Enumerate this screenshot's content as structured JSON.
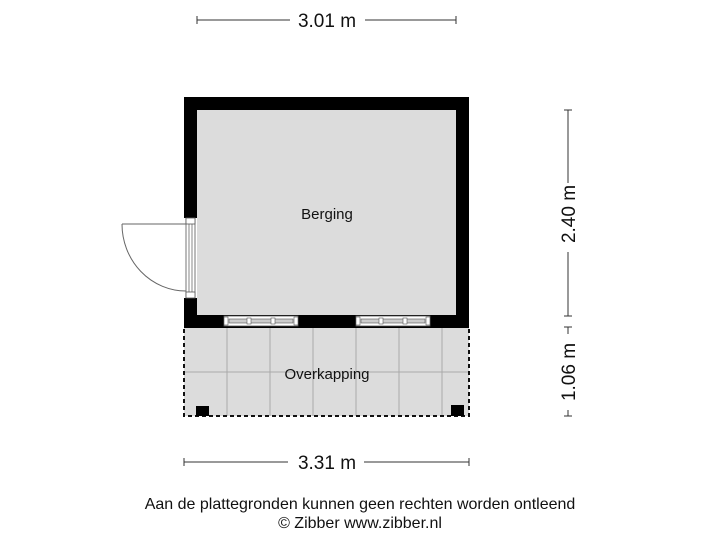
{
  "dimensions": {
    "top": "3.01 m",
    "bottom": "3.31 m",
    "right_upper": "2.40 m",
    "right_lower": "1.06 m"
  },
  "rooms": [
    {
      "name": "Berging"
    },
    {
      "name": "Overkapping"
    }
  ],
  "footer": {
    "disclaimer": "Aan de plattegronden kunnen geen rechten worden ontleend",
    "credit": "© Zibber www.zibber.nl"
  },
  "colors": {
    "wall": "#000000",
    "floor": "#dcdcdc",
    "tile_line": "#aaaaaa",
    "dim_line": "#333333"
  }
}
